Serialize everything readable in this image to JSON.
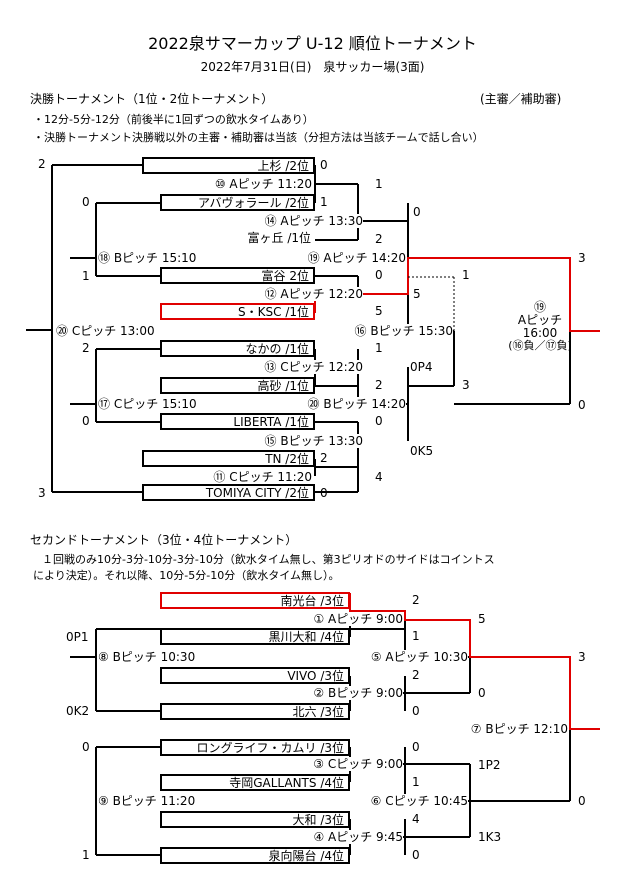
{
  "header": {
    "title": "2022泉サマーカップ U-12 順位トーナメント",
    "subtitle": "2022年7月31日(日)　泉サッカー場(3面)"
  },
  "final": {
    "heading": "決勝トーナメント（1位・2位トーナメント）",
    "referee_note": "(主審／補助審)",
    "notes": [
      "・12分-5分-12分（前後半に1回ずつの飲水タイムあり）",
      "・決勝トーナメント決勝戦以外の主審・補助審は当該（分担方法は当該チームで話し合い）"
    ],
    "teams": [
      "上杉 /2位",
      "アバヴォラール /2位",
      "富ヶ丘 /1位",
      "富谷 2位",
      "S・KSC /1位",
      "なかの /1位",
      "高砂 /1位",
      "LIBERTA /1位",
      "TN /2位",
      "TOMIYA CITY /2位"
    ],
    "matches": {
      "m10": "⑩ Aピッチ 11:20",
      "m14": "⑭ Aピッチ 13:30",
      "m18": "⑱ Bピッチ 15:10",
      "m19": "⑲ Aピッチ 14:20",
      "m12": "⑫ Aピッチ 12:20",
      "m20": "⑳ Cピッチ 13:00",
      "m16": "⑯ Bピッチ 15:30",
      "m13": "⑬ Cピッチ 12:20",
      "m17": "⑰ Cピッチ 15:10",
      "m20b": "⑳ Bピッチ 14:20",
      "m15": "⑮ Bピッチ 13:30",
      "m11": "⑪ Cピッチ 11:20",
      "final_no": "⑲",
      "final_pitch": "Aピッチ",
      "final_time": "16:00",
      "final_cond": "(⑯負／⑰負)"
    },
    "scores": {
      "s1": "2",
      "s2": "0",
      "s3": "1",
      "s4": "0",
      "s5": "0",
      "s6": "1",
      "s7": "2",
      "s8": "0",
      "s9": "5",
      "s10": "5",
      "s11": "1",
      "s12": "3",
      "s13": "2",
      "s14": "1",
      "s15": "0P4",
      "s16": "2",
      "s17": "3",
      "s18": "1",
      "s19": "0",
      "s20": "0",
      "s21": "2",
      "s22": "0K5",
      "s23": "4",
      "s24": "3",
      "s25": "0",
      "s26": "0"
    }
  },
  "second": {
    "heading": "セカンドトーナメント（3位・4位トーナメント）",
    "notes": [
      "１回戦のみ10分-3分-10分-3分-10分（飲水タイム無し、第3ピリオドのサイドはコイントス",
      "により決定）。それ以降、10分-5分-10分（飲水タイム無し）。"
    ],
    "teams": [
      "南光台 /3位",
      "黒川大和 /4位",
      "VIVO /3位",
      "北六 /3位",
      "ロングライフ・カムリ /3位",
      "寺岡GALLANTS /4位",
      "大和 /3位",
      "泉向陽台 /4位"
    ],
    "matches": {
      "m1": "① Aピッチ 9:00",
      "m8": "⑧ Bピッチ 10:30",
      "m5": "⑤ Aピッチ 10:30",
      "m2": "② Bピッチ 9:00",
      "m7": "⑦ Bピッチ 12:10",
      "m3": "③ Cピッチ 9:00",
      "m9": "⑨ Bピッチ 11:20",
      "m6": "⑥ Cピッチ 10:45",
      "m4": "④ Aピッチ 9:45"
    },
    "scores": {
      "s1": "2",
      "s2": "5",
      "s3": "0P1",
      "s4": "1",
      "s5": "3",
      "s6": "2",
      "s7": "0K2",
      "s8": "0",
      "s9": "0",
      "s10": "0",
      "s11": "0",
      "s12": "1P2",
      "s13": "1",
      "s14": "0",
      "s15": "4",
      "s16": "1K3",
      "s17": "1",
      "s18": "0"
    }
  },
  "colors": {
    "line": "#000000",
    "winner": "#e00000"
  }
}
